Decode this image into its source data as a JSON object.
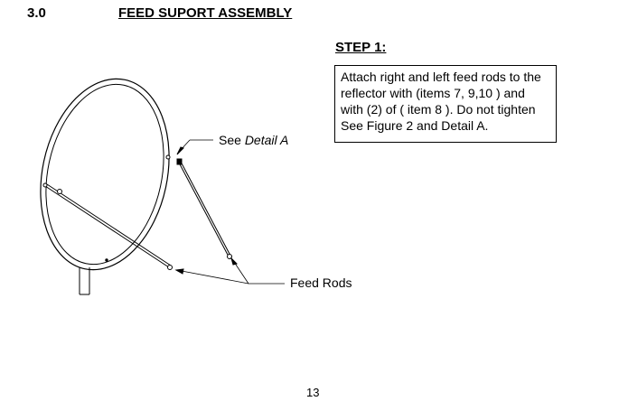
{
  "header": {
    "section_number": "3.0",
    "section_title": "FEED SUPORT ASSEMBLY"
  },
  "step": {
    "title": "STEP 1:",
    "instructions": "Attach right and left feed rods to the reflector with (items 7, 9,10 ) and with (2) of  ( item 8 ). Do not tighten See Figure 2 and Detail A."
  },
  "callouts": {
    "detail_prefix": "See",
    "detail_name": "Detail A",
    "feed_rods": "Feed Rods"
  },
  "footer": {
    "page_number": "13"
  }
}
